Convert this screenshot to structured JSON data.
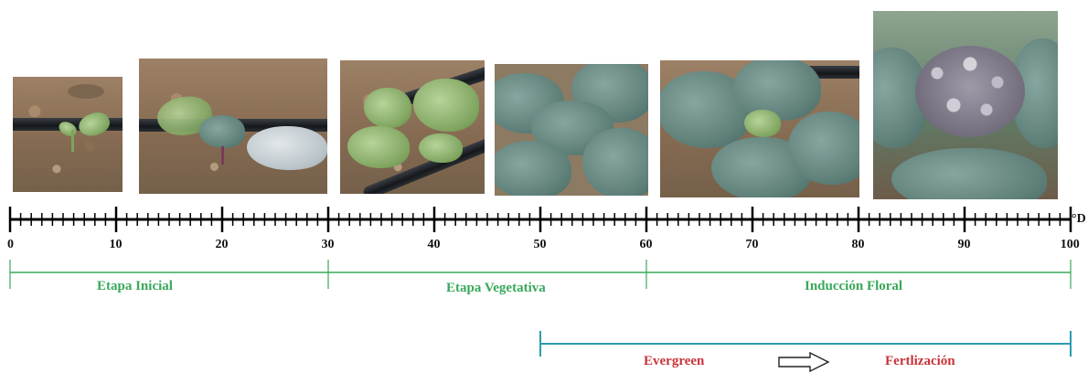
{
  "timeline": {
    "ticks": [
      "0",
      "10",
      "20",
      "30",
      "40",
      "50",
      "60",
      "70",
      "80",
      "90",
      "100"
    ],
    "unit": "°D",
    "min": 0,
    "max": 100
  },
  "stages": [
    {
      "label": "Etapa Inicial",
      "start": 0,
      "end": 30
    },
    {
      "label": "Etapa Vegetativa",
      "start": 30,
      "end": 60
    },
    {
      "label": "Inducción Floral",
      "start": 60,
      "end": 100
    }
  ],
  "treatment": {
    "start": 50,
    "end": 100,
    "from_label": "Evergreen",
    "to_label": "Fertlización",
    "arrow_icon": "arrow-right-outline-icon"
  },
  "colors": {
    "stage": "#39a85a",
    "treatment_line": "#2a9bb0",
    "treatment_text": "#c8343a",
    "axis": "#000000"
  },
  "photos": [
    {
      "name": "seedling-photo",
      "icon": "seedling"
    },
    {
      "name": "transplant-photo",
      "icon": "young-plant"
    },
    {
      "name": "early-vegetative-photo",
      "icon": "plant"
    },
    {
      "name": "vegetative-photo",
      "icon": "leafy-plant"
    },
    {
      "name": "floral-induction-photo",
      "icon": "broccoli-plant"
    },
    {
      "name": "broccoli-head-photo",
      "icon": "broccoli-head"
    }
  ]
}
